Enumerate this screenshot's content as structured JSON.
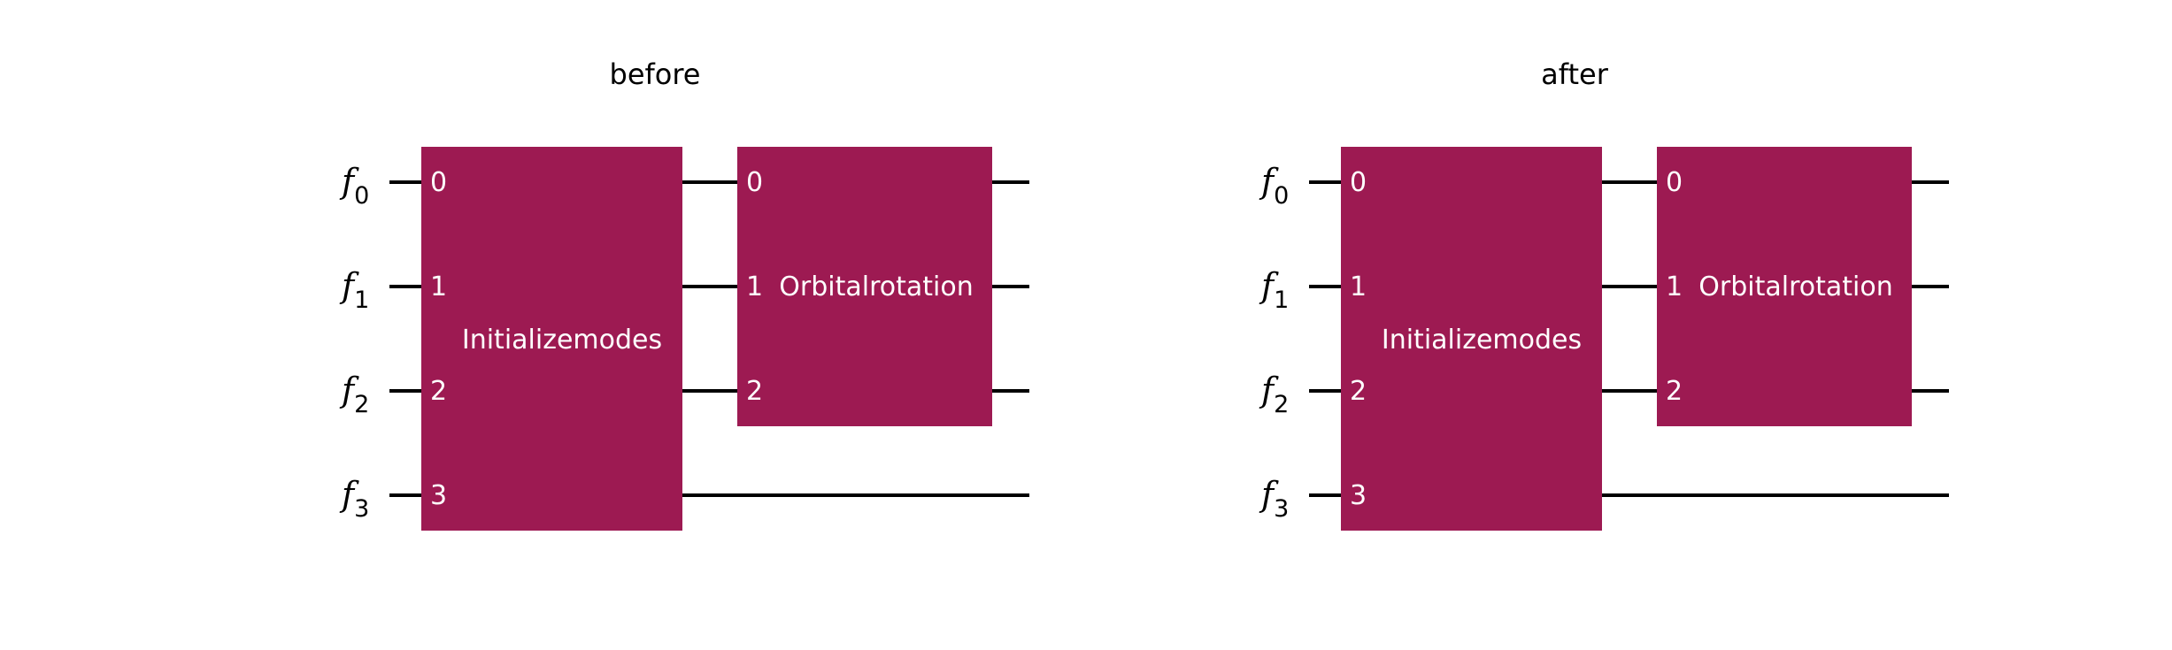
{
  "colors": {
    "gate_fill": "#9d1a52",
    "gate_text": "#ffffff",
    "wire": "#000000",
    "background": "#ffffff"
  },
  "panels": [
    {
      "title": "before",
      "wires": [
        {
          "symbol": "f",
          "index": "0"
        },
        {
          "symbol": "f",
          "index": "1"
        },
        {
          "symbol": "f",
          "index": "2"
        },
        {
          "symbol": "f",
          "index": "3"
        }
      ],
      "gates": [
        {
          "label": "Initializemodes",
          "pins": [
            "0",
            "1",
            "2",
            "3"
          ]
        },
        {
          "label": "Orbitalrotation",
          "pins": [
            "0",
            "1",
            "2"
          ]
        }
      ]
    },
    {
      "title": "after",
      "wires": [
        {
          "symbol": "f",
          "index": "0"
        },
        {
          "symbol": "f",
          "index": "1"
        },
        {
          "symbol": "f",
          "index": "2"
        },
        {
          "symbol": "f",
          "index": "3"
        }
      ],
      "gates": [
        {
          "label": "Initializemodes",
          "pins": [
            "0",
            "1",
            "2",
            "3"
          ]
        },
        {
          "label": "Orbitalrotation",
          "pins": [
            "0",
            "1",
            "2"
          ]
        }
      ]
    }
  ]
}
